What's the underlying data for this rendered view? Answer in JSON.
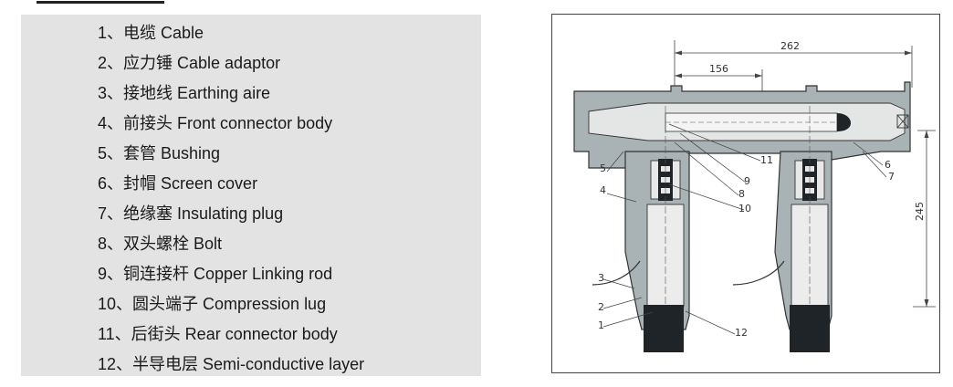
{
  "legend_items": [
    "1、电缆 Cable",
    "2、应力锤 Cable adaptor",
    "3、接地线 Earthing aire",
    "4、前接头 Front connector body",
    "5、套管 Bushing",
    "6、封帽 Screen cover",
    "7、绝缘塞 Insulating plug",
    "8、双头螺栓 Bolt",
    "9、铜连接杆 Copper Linking rod",
    "10、圆头端子 Compression lug",
    "11、后街头 Rear connector body",
    "12、半导电层 Semi-conductive layer"
  ],
  "drawing": {
    "dimensions": [
      "262",
      "156",
      "245"
    ],
    "part_numbers": [
      "1",
      "2",
      "3",
      "4",
      "5",
      "6",
      "7",
      "8",
      "9",
      "10",
      "11",
      "12"
    ]
  },
  "colors": {
    "panel": "#e3e3e3",
    "body_fill": "#a9b3b6",
    "dark": "#1f2428",
    "line": "#333333"
  }
}
